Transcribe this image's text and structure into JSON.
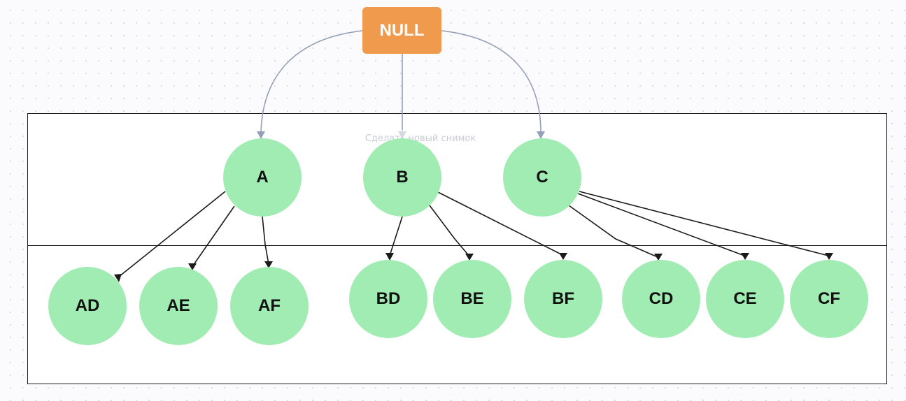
{
  "diagram": {
    "root": {
      "id": "NULL",
      "label": "NULL"
    },
    "level1": [
      {
        "id": "A",
        "label": "A"
      },
      {
        "id": "B",
        "label": "B"
      },
      {
        "id": "C",
        "label": "C"
      }
    ],
    "level2": [
      {
        "id": "AD",
        "label": "AD",
        "parent": "A"
      },
      {
        "id": "AE",
        "label": "AE",
        "parent": "A"
      },
      {
        "id": "AF",
        "label": "AF",
        "parent": "A"
      },
      {
        "id": "BD",
        "label": "BD",
        "parent": "B"
      },
      {
        "id": "BE",
        "label": "BE",
        "parent": "B"
      },
      {
        "id": "BF",
        "label": "BF",
        "parent": "B"
      },
      {
        "id": "CD",
        "label": "CD",
        "parent": "C"
      },
      {
        "id": "CE",
        "label": "CE",
        "parent": "C"
      },
      {
        "id": "CF",
        "label": "CF",
        "parent": "C"
      }
    ]
  },
  "tooltip": {
    "text": "Сделать новый снимок"
  },
  "colors": {
    "root_fill": "#ef9a4c",
    "node_fill": "#a1ecb3",
    "root_edge": "#94a0b8",
    "child_edge": "#1a1a1a"
  }
}
